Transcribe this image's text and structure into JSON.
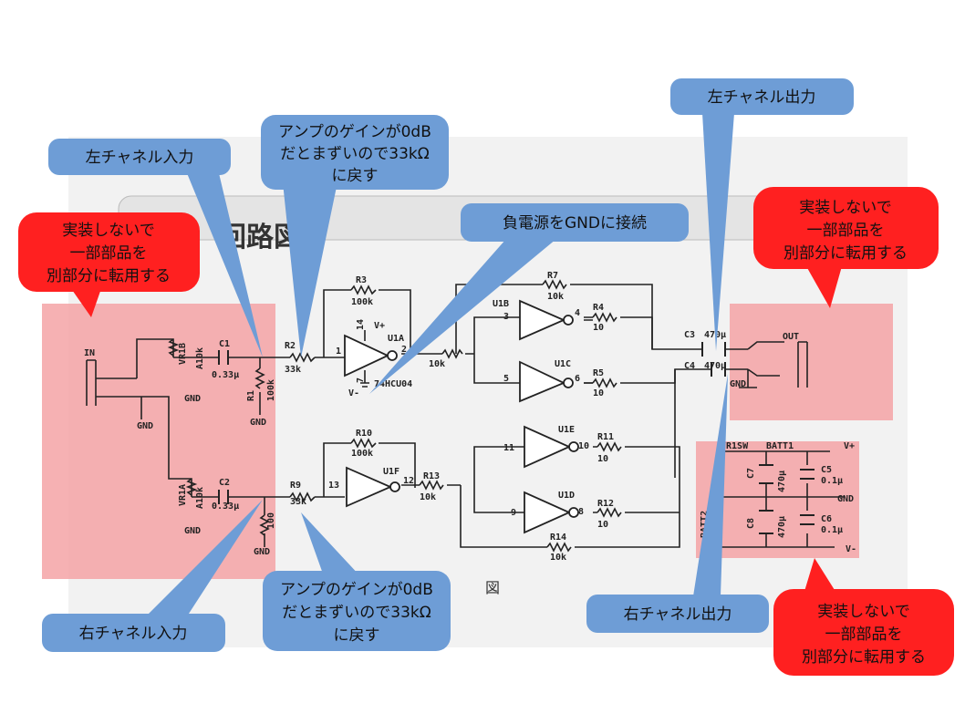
{
  "title": "回路図",
  "title_tail": "図",
  "labels": {
    "in": "IN",
    "out": "OUT",
    "gnd": "GND",
    "vplus": "V+",
    "vminus": "V-",
    "vr1b": "VR1B",
    "vr1b_val": "A10k",
    "vr1a": "VR1A",
    "vr1a_val": "A10k",
    "c1": "C1",
    "c1_val": "0.33μ",
    "c2": "C2",
    "c2_val": "0.33μ",
    "r1": "R1",
    "r1_val": "100k",
    "r1b_val": "100",
    "r2": "R2",
    "r2_val": "33k",
    "r3": "R3",
    "r3_val": "100k",
    "u1a": "U1A",
    "chip": "74HCU04",
    "pin14": "14",
    "pin7": "7",
    "pin1": "1",
    "pin2": "2",
    "r7": "R7",
    "r7_val": "10k",
    "r8_val": "10k",
    "u1b": "U1B",
    "u1c": "U1C",
    "pin3": "3",
    "pin4": "4",
    "pin5": "5",
    "pin6": "6",
    "r4": "R4",
    "r4_val": "10",
    "r5": "R5",
    "r5_val": "10",
    "c3": "C3",
    "c3_val": "470μ",
    "c4": "C4",
    "c4_val": "470μ",
    "r9": "R9",
    "r9_val": "33k",
    "r10": "R10",
    "r10_val": "100k",
    "u1f": "U1F",
    "pin13": "13",
    "pin12": "12",
    "r13": "R13",
    "r13_val": "10k",
    "u1e": "U1E",
    "u1d": "U1D",
    "pin11": "11",
    "pin10": "10",
    "pin9": "9",
    "pin8": "8",
    "r11": "R11",
    "r11_val": "10",
    "r12": "R12",
    "r12_val": "10",
    "r14": "R14",
    "r14_val": "10k",
    "vr1sw": "VR1SW",
    "batt1": "BATT1",
    "batt2": "BATT2",
    "c5": "C5",
    "c5_val": "0.1μ",
    "c6": "C6",
    "c6_val": "0.1μ",
    "c7": "C7",
    "c7_val": "470μ",
    "c8": "C8",
    "c8_val": "470μ"
  },
  "callouts": {
    "left_in": "左チャネル入力",
    "gain_top": [
      "アンプのゲインが0dB",
      "だとまずいので33kΩ",
      "に戻す"
    ],
    "unused_left": [
      "実装しないで",
      "一部部品を",
      "別部分に転用する"
    ],
    "neg_supply": "負電源をGNDに接続",
    "left_out": "左チャネル出力",
    "unused_right": [
      "実装しないで",
      "一部部品を",
      "別部分に転用する"
    ],
    "gain_bottom": [
      "アンプのゲインが0dB",
      "だとまずいので33kΩ",
      "に戻す"
    ],
    "right_in": "右チャネル入力",
    "right_out": "右チャネル出力",
    "unused_bottom_right": [
      "実装しないで",
      "一部部品を",
      "別部分に転用する"
    ]
  },
  "colors": {
    "callout_blue": "#6e9dd6",
    "callout_red": "#ff2020",
    "highlight_pink": "#f4a3a6"
  }
}
